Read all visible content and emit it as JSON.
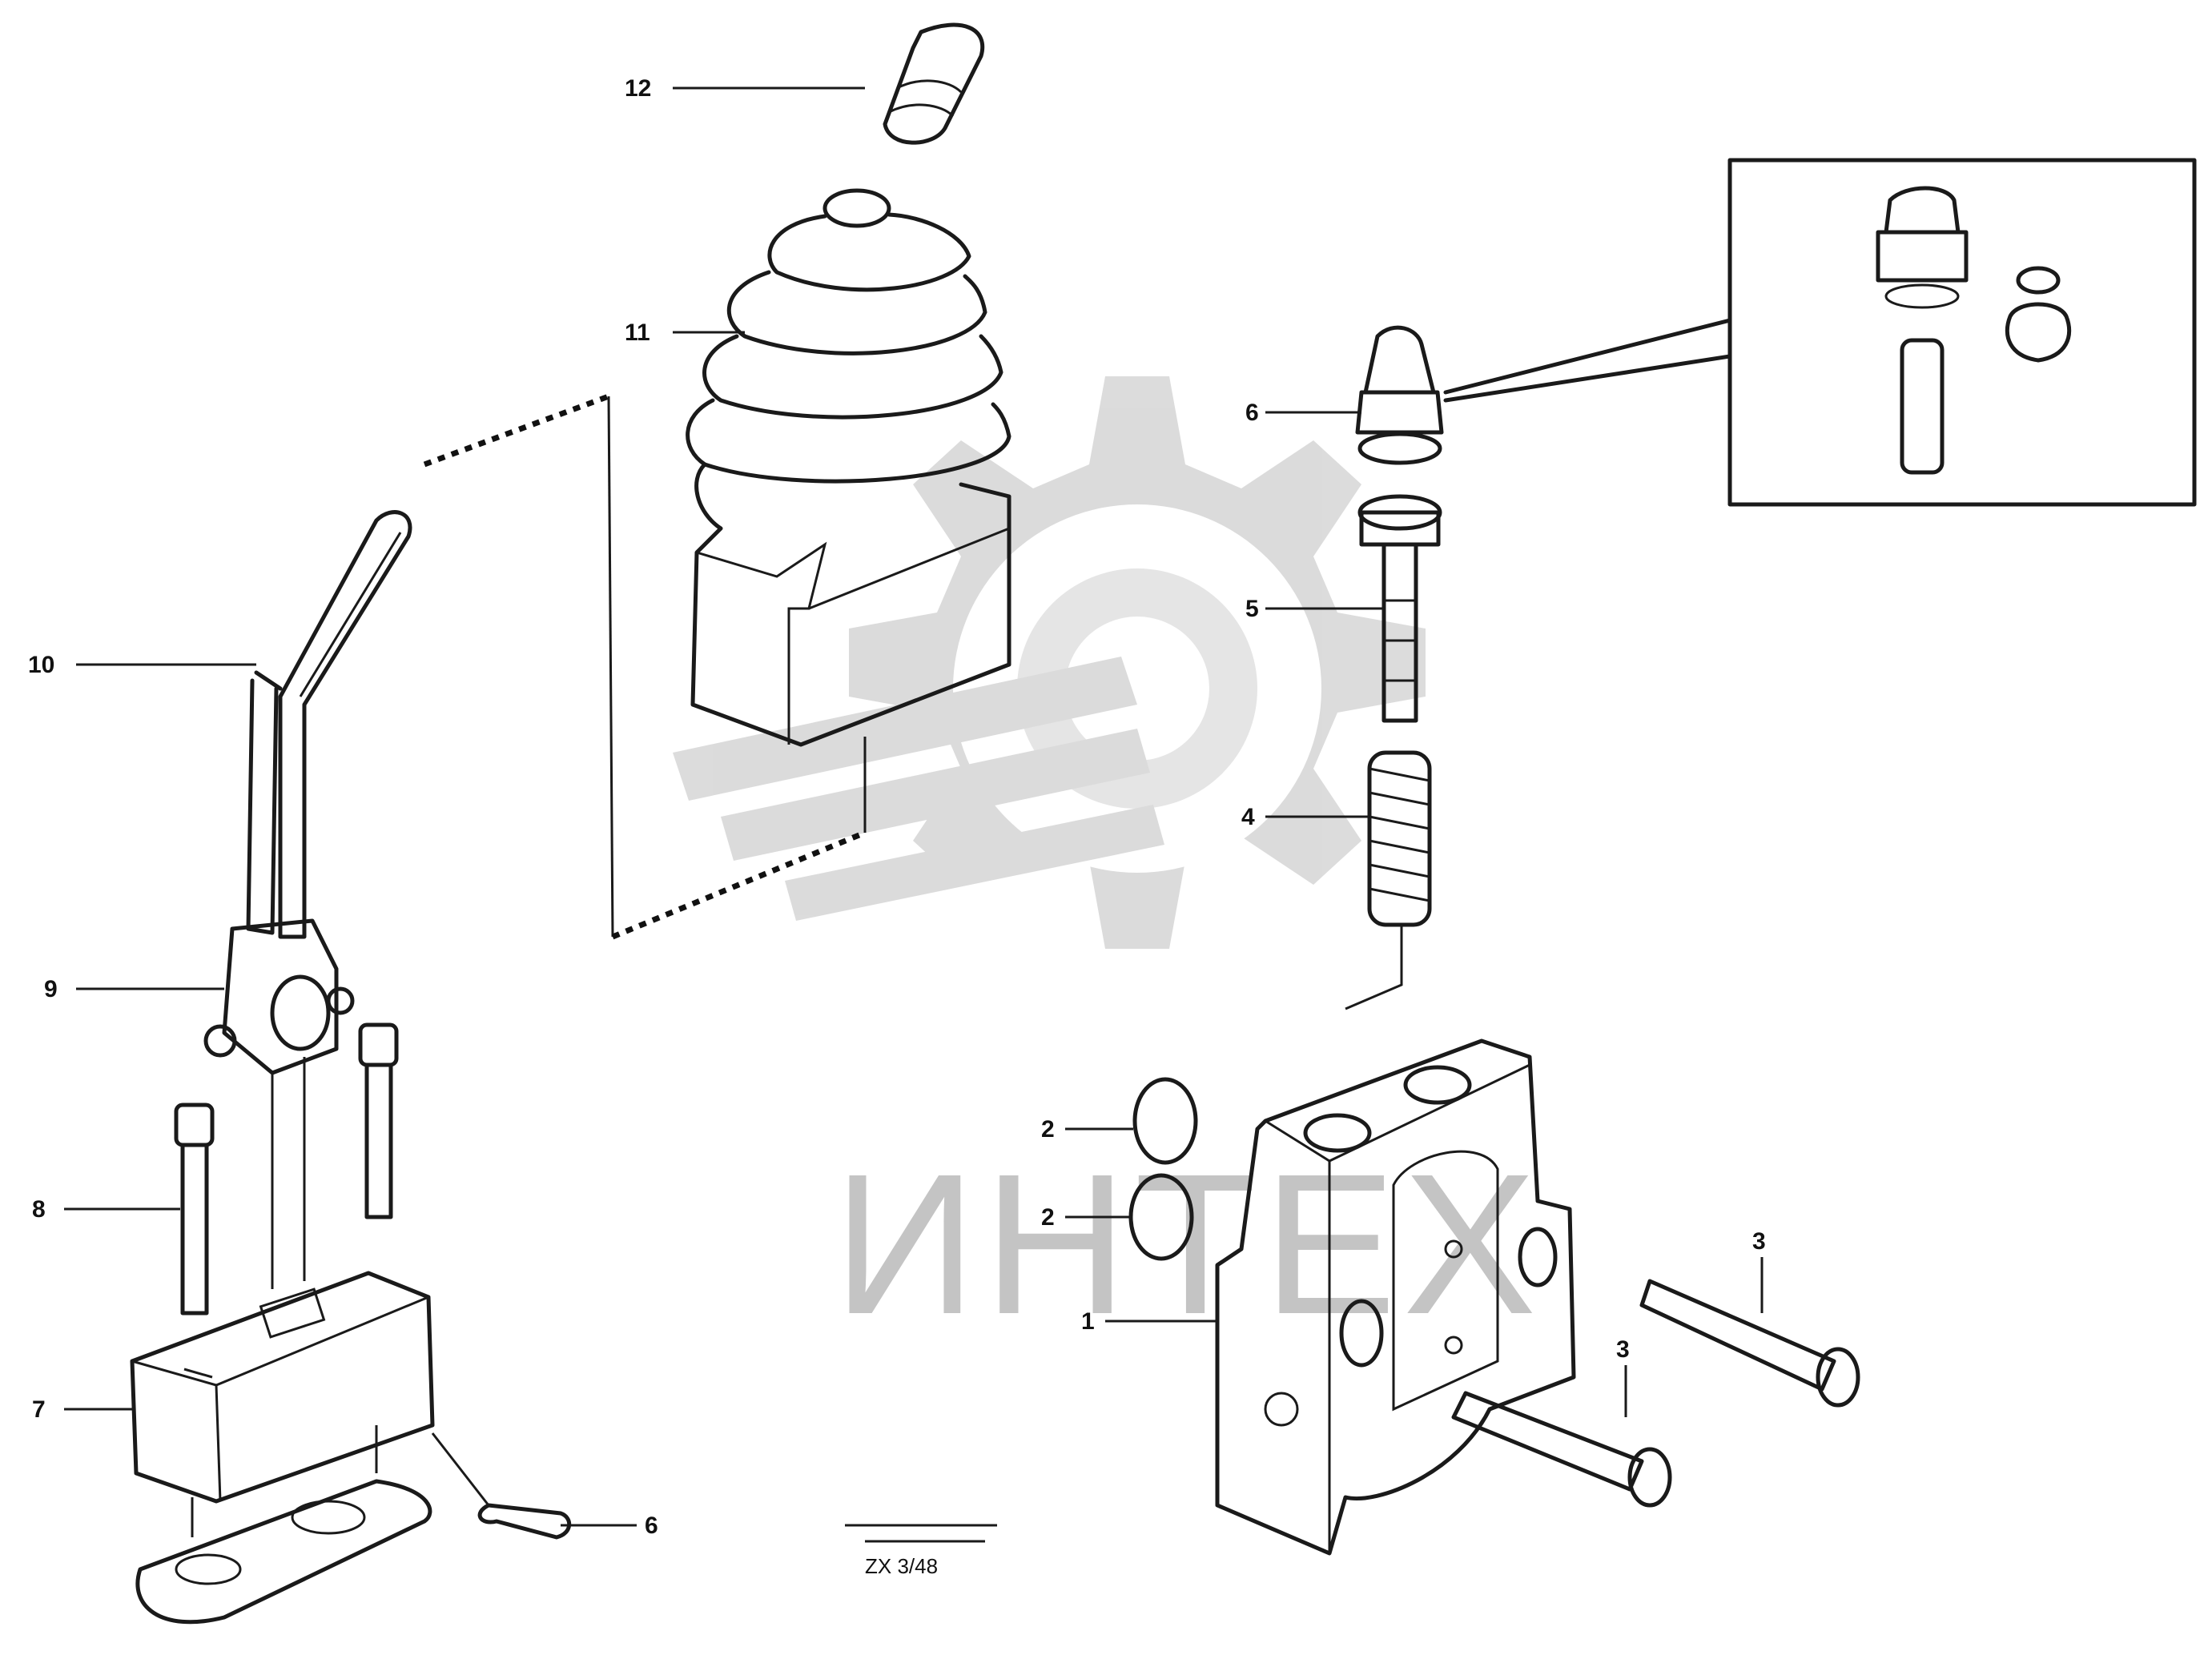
{
  "callouts": {
    "c12": "12",
    "c11": "11",
    "c10": "10",
    "c9": "9",
    "c8": "8",
    "c7": "7",
    "c6a": "6",
    "c6b": "6",
    "c5": "5",
    "c4": "4",
    "c3": "3",
    "c2a": "2",
    "c2b": "2",
    "c1": "1",
    "c3b": "3"
  },
  "watermark": {
    "text": "ИНТЕХ"
  },
  "figure_ref": {
    "line1": "",
    "line2": "",
    "code": "ZX 3/48"
  }
}
